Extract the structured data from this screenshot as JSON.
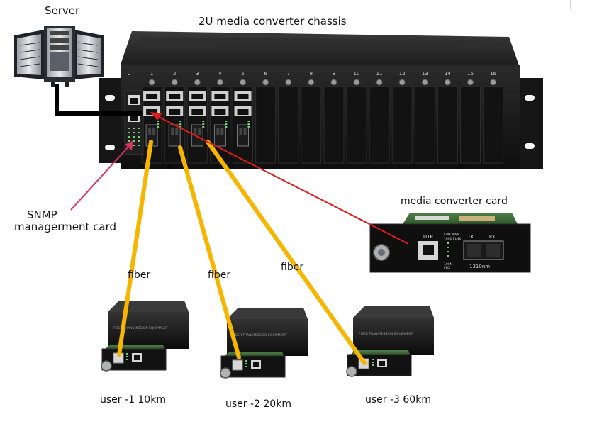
{
  "labels": {
    "server": "Server",
    "chassis": "2U media converter chassis",
    "media_card": "media converter card",
    "snmp_line1": "SNMP",
    "snmp_line2": "managerment card",
    "fiber": "fiber",
    "user1": "user -1  10km",
    "user2": "user -2  20km",
    "user3": "user -3  60km"
  },
  "chassis": {
    "slots": [
      "0",
      "1",
      "2",
      "3",
      "4",
      "5",
      "6",
      "7",
      "8",
      "9",
      "10",
      "11",
      "12",
      "13",
      "14",
      "15",
      "16"
    ]
  },
  "card": {
    "utp": "UTP",
    "status": "LINK PWR",
    "status2": "1000 FLNK",
    "tx": "TX",
    "rx": "RX",
    "speed": "100M",
    "speed2": "FDX",
    "wavelength": "1310nm"
  },
  "device_label": "FIBER TRANSMISSION EQUIPMENT",
  "colors": {
    "fiber": "#f7b500",
    "arrow": "#e11b1b",
    "snmp_arrow": "#d9305e",
    "chassis": "#1b1b1b"
  }
}
